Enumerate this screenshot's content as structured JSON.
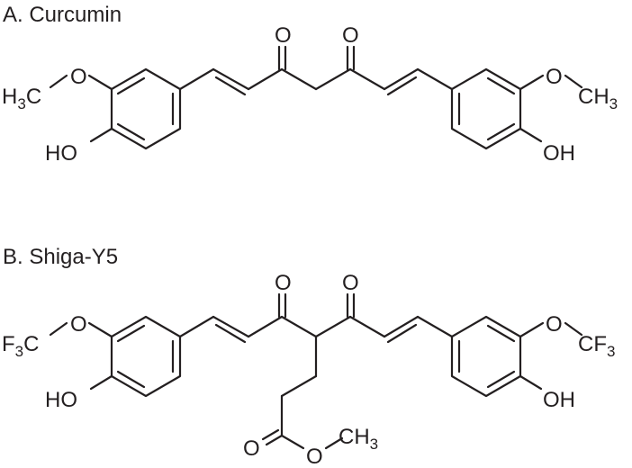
{
  "figure": {
    "panel_a": {
      "label": "A. Curcumin",
      "atoms": {
        "o_left_methoxy": "O",
        "h3c": "H",
        "h3c_sub": "3",
        "h3c_c": "C",
        "ho_left": "HO",
        "o_keto_left": "O",
        "o_keto_right": "O",
        "o_right_methoxy": "O",
        "ch3_c": "CH",
        "ch3_sub": "3",
        "oh_right": "OH"
      }
    },
    "panel_b": {
      "label": "B. Shiga-Y5",
      "atoms": {
        "o_left_ether": "O",
        "f3c_f": "F",
        "f3c_sub": "3",
        "f3c_c": "C",
        "ho_left": "HO",
        "o_keto_left": "O",
        "o_keto_right": "O",
        "o_right_ether": "O",
        "cf3_c": "CF",
        "cf3_sub": "3",
        "oh_right": "OH",
        "o_ester_carbonyl": "O",
        "o_ester": "O",
        "ch3_c": "CH",
        "ch3_sub": "3"
      }
    }
  }
}
